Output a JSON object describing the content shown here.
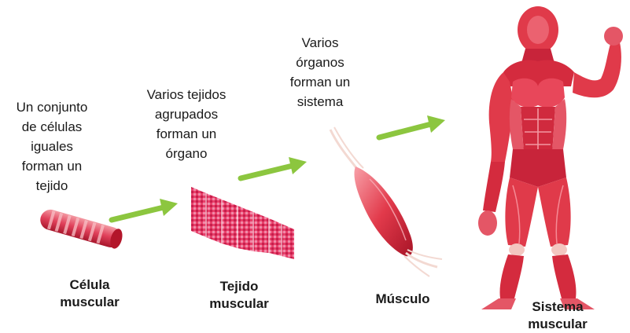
{
  "stages": [
    {
      "description_lines": [
        "Un conjunto",
        "de células",
        "iguales",
        "forman un",
        "tejido"
      ],
      "label_lines": [
        "Célula",
        "muscular"
      ]
    },
    {
      "description_lines": [
        "Varios tejidos",
        "agrupados",
        "forman un",
        "órgano"
      ],
      "label_lines": [
        "Tejido",
        "muscular"
      ]
    },
    {
      "description_lines": [
        "Varios",
        "órganos",
        "forman un",
        "sistema"
      ],
      "label_lines": [
        "Músculo"
      ]
    },
    {
      "description_lines": [],
      "label_lines": [
        "Sistema",
        "muscular"
      ]
    }
  ],
  "colors": {
    "arrow": "#8cc63f",
    "muscle": "#e03a4a",
    "muscle_dark": "#b3162a",
    "muscle_light": "#f58a95",
    "tendon": "#f3d9d2"
  }
}
